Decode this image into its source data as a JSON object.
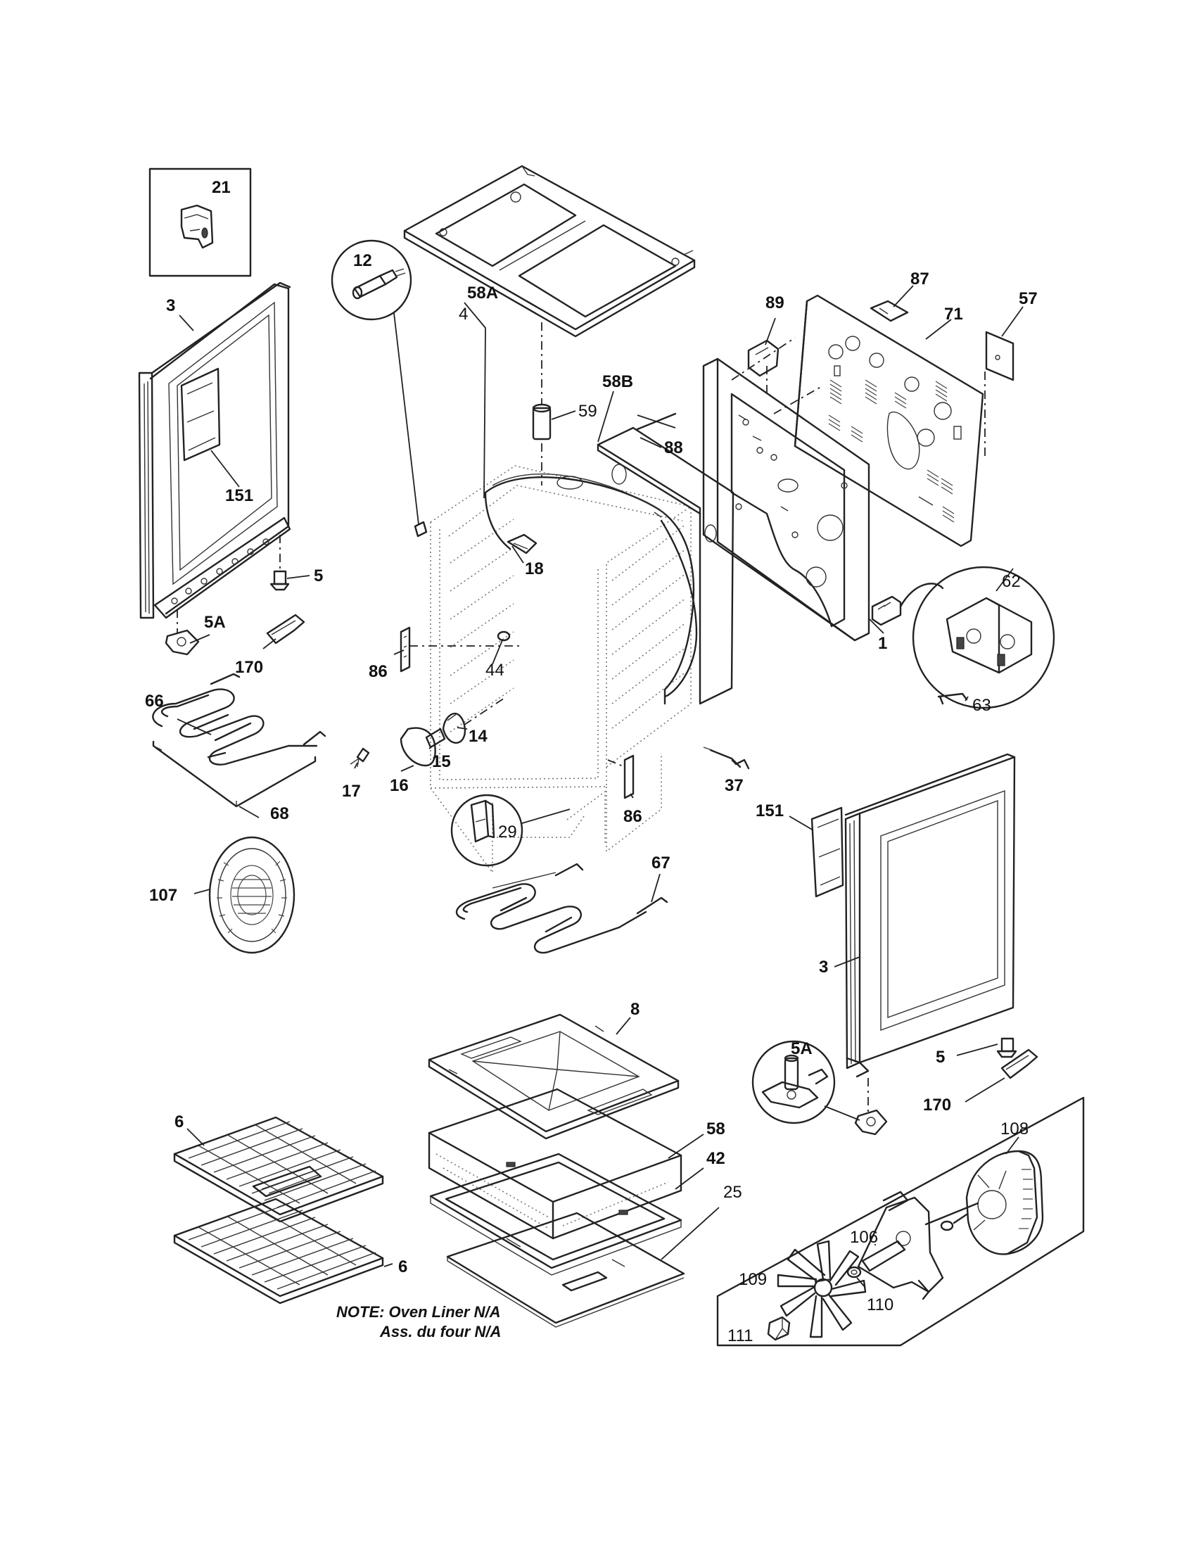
{
  "labels": {
    "l21": "21",
    "l4": "4",
    "l3a": "3",
    "l151a": "151",
    "l5a": "5",
    "l5Aa": "5A",
    "l170a": "170",
    "l66": "66",
    "l68": "68",
    "l107": "107",
    "l12": "12",
    "l58A": "58A",
    "l58B": "58B",
    "l59": "59",
    "l88": "88",
    "l18": "18",
    "l86a": "86",
    "l44": "44",
    "l14": "14",
    "l15": "15",
    "l16": "16",
    "l17": "17",
    "l29": "29",
    "l86b": "86",
    "l37": "37",
    "l89": "89",
    "l87": "87",
    "l57": "57",
    "l71": "71",
    "l62": "62",
    "l1": "1",
    "l63": "63",
    "l67": "67",
    "l151b": "151",
    "l3b": "3",
    "l8": "8",
    "l5Ab": "5A",
    "l5b": "5",
    "l170b": "170",
    "l6a": "6",
    "l58": "58",
    "l42": "42",
    "l25": "25",
    "l6b": "6",
    "l108": "108",
    "l106": "106",
    "l109": "109",
    "l110": "110",
    "l111": "111"
  },
  "note": {
    "line1": "NOTE: Oven Liner N/A",
    "line2": "Ass. du four N/A"
  }
}
